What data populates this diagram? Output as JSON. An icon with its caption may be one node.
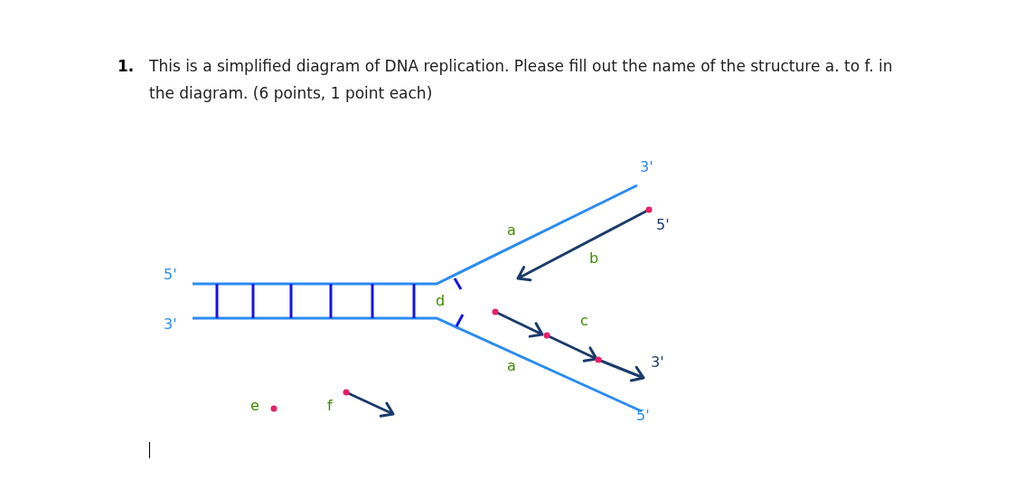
{
  "diagram": {
    "labels": [
      "1.",
      "This is a simplified diagram of DNA replication. Please fill out the name of the structure a. to f. in the diagram. (6 points, 1 point each)",
      "3'",
      "5'",
      "a",
      "b",
      "5'",
      "d",
      "c",
      "3'",
      "3'",
      "a",
      "e",
      "f",
      "5'"
    ]
  }
}
